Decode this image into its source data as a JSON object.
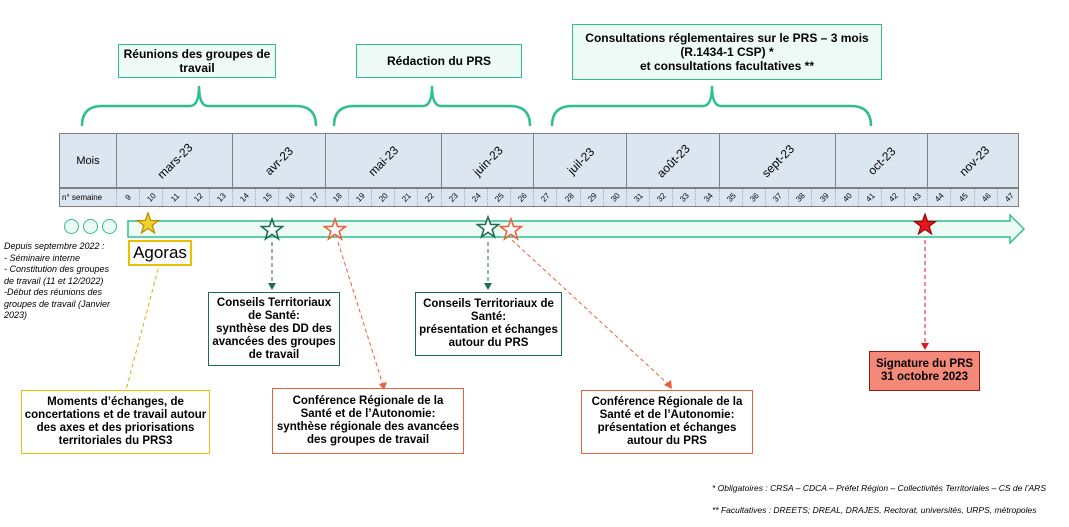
{
  "phases": [
    {
      "id": "reunions",
      "label": "Réunions des groupes de travail"
    },
    {
      "id": "redaction",
      "label": "Rédaction du PRS"
    },
    {
      "id": "consultations",
      "line1": "Consultations réglementaires sur le PRS – 3 mois",
      "line2": "(R.1434-1 CSP) *",
      "line3": "et consultations facultatives **"
    }
  ],
  "timeline": {
    "mois_label": "Mois",
    "semaine_label": "n° semaine",
    "months": [
      "mars-23",
      "avr-23",
      "mai-23",
      "juin-23",
      "juil-23",
      "août-23",
      "sept-23",
      "oct-23",
      "nov-23"
    ],
    "weeks": [
      "9",
      "10",
      "11",
      "12",
      "13",
      "14",
      "15",
      "16",
      "17",
      "18",
      "19",
      "20",
      "21",
      "22",
      "23",
      "24",
      "25",
      "26",
      "27",
      "28",
      "29",
      "30",
      "31",
      "32",
      "33",
      "34",
      "35",
      "36",
      "37",
      "38",
      "39",
      "40",
      "41",
      "42",
      "43",
      "44",
      "45",
      "46",
      "47"
    ]
  },
  "left_note": {
    "line1": "Depuis septembre 2022 :",
    "line2": "- Séminaire interne",
    "line3": "- Constitution des groupes",
    "line4": "de travail (11 et 12/2022)",
    "line5": "-Début des réunions des",
    "line6": "groupes de travail (Janvier",
    "line7": "2023)"
  },
  "agoras_label": "Agoras",
  "events": {
    "moments": {
      "line1": "Moments d’échanges, de",
      "line2": "concertations et de travail autour",
      "line3": "des axes et des priorisations",
      "line4": "territoriales du PRS3"
    },
    "cts1": {
      "line1": "Conseils Territoriaux",
      "line2": "de Santé:",
      "line3": "synthèse des DD des",
      "line4": "avancées des groupes",
      "line5": "de travail"
    },
    "crsa1": {
      "line1": "Conférence Régionale de la",
      "line2": "Santé et de l’Autonomie:",
      "line3": "synthèse régionale des avancées",
      "line4": "des groupes de travail"
    },
    "cts2": {
      "line1": "Conseils Territoriaux de",
      "line2": "Santé:",
      "line3": "présentation et échanges",
      "line4": "autour du PRS"
    },
    "crsa2": {
      "line1": "Conférence Régionale de la",
      "line2": "Santé et de l’Autonomie:",
      "line3": "présentation et échanges",
      "line4": "autour du PRS"
    },
    "signature": {
      "line1": "Signature du PRS",
      "line2": "31 octobre 2023"
    }
  },
  "footnotes": {
    "obligatoires": "* Obligatoires : CRSA – CDCA – Préfet Région – Collectivités Territoriales – CS de l’ARS",
    "facultatives": "** Facultatives : DREETS; DREAL, DRAJES, Rectorat, universités, URPS, métropoles"
  },
  "colors": {
    "accent_green": "#2fbf8f",
    "dark_green": "#1a6e50",
    "orange": "#e8603c",
    "gold": "#d9b300",
    "red": "#e3181e",
    "signature_bg": "#f4897a",
    "timeline_bg": "#dce6f1"
  }
}
